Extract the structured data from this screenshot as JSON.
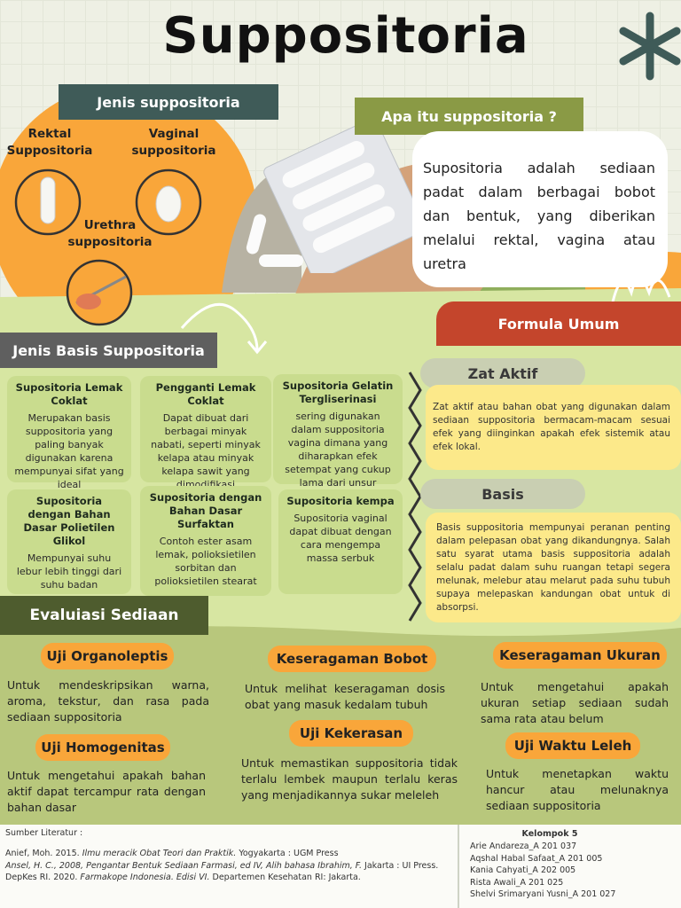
{
  "title": "Suppositoria",
  "jenis": {
    "heading": "Jenis suppositoria",
    "rektal": "Rektal\nSuppositoria",
    "vaginal": "Vaginal\nsuppositoria",
    "urethra": "Urethra\nsuppositoria"
  },
  "apa": {
    "heading": "Apa itu suppositoria ?",
    "text": "Supositoria adalah sediaan padat dalam berbagai bobot dan bentuk, yang diberikan melalui rektal, vagina atau uretra"
  },
  "formula": {
    "heading": "Formula Umum",
    "zat_title": "Zat Aktif",
    "zat_text": "Zat aktif atau bahan obat yang digunakan dalam sediaan suppositoria bermacam-macam sesuai efek yang diinginkan apakah efek sistemik atau efek lokal.",
    "basis_title": "Basis",
    "basis_text": "Basis suppositoria mempunyai peranan penting dalam pelepasan obat yang dikandungnya. Salah satu syarat utama basis suppositoria adalah selalu padat dalam suhu ruangan tetapi segera melunak, melebur atau melarut pada suhu tubuh supaya melepaskan kandungan obat untuk di absorpsi."
  },
  "basis": {
    "heading": "Jenis Basis Suppositoria",
    "cards": [
      {
        "title": "Supositoria Lemak Coklat",
        "text": "Merupakan basis suppositoria yang paling banyak digunakan karena mempunyai sifat yang  ideal"
      },
      {
        "title": "Pengganti Lemak Coklat",
        "text": "Dapat dibuat dari berbagai minyak nabati, seperti minyak kelapa atau minyak kelapa sawit yang dimodifikasi"
      },
      {
        "title": "Supositoria Gelatin Tergliserinasi",
        "text": "sering digunakan dalam suppositoria vagina dimana yang diharapkan efek setempat yang cukup lama dari unsur obatnya"
      },
      {
        "title": "Supositoria dengan Bahan Dasar Polietilen Glikol",
        "text": "Mempunyai suhu lebur lebih tinggi dari suhu badan"
      },
      {
        "title": "Supositoria dengan Bahan Dasar Surfaktan",
        "text": "Contoh ester asam lemak, polioksietilen sorbitan dan polioksietilen stearat"
      },
      {
        "title": "Supositoria kempa",
        "text": "Supositoria vaginal dapat dibuat dengan cara mengempa massa serbuk"
      }
    ]
  },
  "evaluasi": {
    "heading": "Evaluiasi Sediaan",
    "items": [
      {
        "title": "Uji Organoleptis",
        "text": "Untuk mendeskripsikan warna, aroma, tekstur, dan rasa pada sediaan suppositoria"
      },
      {
        "title": "Keseragaman Bobot",
        "text": "Untuk melihat keseragaman dosis obat yang masuk kedalam tubuh"
      },
      {
        "title": "Keseragaman Ukuran",
        "text": "Untuk mengetahui apakah ukuran setiap sediaan sudah sama rata atau belum"
      },
      {
        "title": "Uji Homogenitas",
        "text": "Untuk mengetahui apakah bahan aktif dapat tercampur rata dengan bahan dasar"
      },
      {
        "title": "Uji Kekerasan",
        "text": "Untuk memastikan suppositoria tidak terlalu lembek maupun terlalu keras yang menjadikannya sukar meleleh"
      },
      {
        "title": "Uji Waktu Leleh",
        "text": "Untuk menetapkan waktu hancur atau melunaknya sediaan suppositoria"
      }
    ]
  },
  "sumber": {
    "heading": "Sumber Literatur :",
    "refs": [
      {
        "a": "Anief, Moh. 2015. ",
        "i": "Ilmu meracik Obat Teori dan Praktik.",
        "b": " Yogyakarta : UGM Press"
      },
      {
        "a": "Ansel, H. C., 2008, ",
        "i": "Pengantar Bentuk Sediaan Farmasi, ed IV, Alih bahasa Ibrahim, F.",
        "b": " Jakarta : UI Press."
      },
      {
        "a": "DepKes RI. 2020. ",
        "i": "Farmakope Indonesia. Edisi VI.",
        "b": " Departemen Kesehatan RI: Jakarta."
      }
    ]
  },
  "kelompok": {
    "heading": "Kelompok 5",
    "members": [
      "Arie Andareza_A 201 037",
      "Aqshal Habal Safaat_A 201 005",
      "Kania Cahyati_A 202 005",
      "Rista Awali_A 201 025",
      "Shelvi Srimaryani Yusni_A 201 027"
    ]
  },
  "colors": {
    "orange": "#f9a63a",
    "olive": "#8a9a45",
    "teal": "#3f5b58",
    "red": "#c4452c",
    "green": "#c9dc8e",
    "yellow": "#fce98a"
  }
}
